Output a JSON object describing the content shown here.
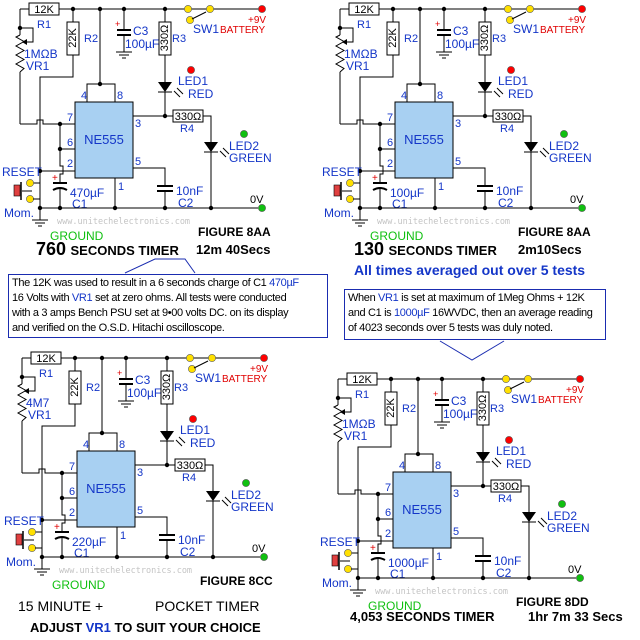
{
  "watermark": "www.unitechelectronics.com",
  "labels": {
    "r1": "R1",
    "r2": "R2",
    "r3": "R3",
    "r4": "R4",
    "r1_value": "12K",
    "r2_value": "22K",
    "r3_value": "330Ω",
    "r4_value": "330Ω",
    "vr1": "VR1",
    "c1": "C1",
    "c2": "C2",
    "c3": "C3",
    "c2_value": "10nF",
    "c3_value": "100µF",
    "led1": "LED1",
    "led1_color": "RED",
    "led2": "LED2",
    "led2_color": "GREEN",
    "sw1": "SW1",
    "battery": "BATTERY",
    "plus9v": "+9V",
    "zero_v": "0V",
    "reset": "RESET",
    "mom": "Mom.",
    "ground": "GROUND",
    "chip": "NE555",
    "pins": {
      "p4": "4",
      "p8": "8",
      "p7": "7",
      "p6": "6",
      "p2": "2",
      "p3": "3",
      "p5": "5",
      "p1": "1"
    }
  },
  "figures": [
    {
      "vr1_value": "1MΩB",
      "c1_value": "470µF",
      "figure": "FIGURE 8AA",
      "title_number": "760",
      "title_text": "SECONDS TIMER",
      "duration": "12m 40Secs"
    },
    {
      "vr1_value": "1MΩB",
      "c1_value": "100µF",
      "figure": "FIGURE 8AA",
      "title_number": "130",
      "title_text": "SECONDS TIMER",
      "duration": "2m10Secs"
    },
    {
      "vr1_value": "4M7",
      "c1_value": "220µF",
      "figure": "FIGURE 8CC",
      "title_number": "15 MINUTE +",
      "title_text": "POCKET TIMER",
      "duration": ""
    },
    {
      "vr1_value": "1MΩB",
      "c1_value": "1000µF",
      "figure": "FIGURE 8DD",
      "title_number": "4,053 SECONDS TIMER",
      "title_text": "",
      "duration": "1hr 7m 33 Secs"
    }
  ],
  "adjust_line": {
    "pre": "ADJUST ",
    "highlight": "VR1",
    "post": " TO SUIT YOUR CHOICE"
  },
  "averaged_heading": "All times averaged out over 5 tests",
  "note_left": {
    "line1_a": "The 12K was used to result in a 6 seconds charge of  C1 ",
    "line1_b": "470µF",
    "line2_a": "16 Volts with ",
    "line2_b": "VR1",
    "line2_c": " set at zero ohms. All tests were conducted",
    "line3": " with a  3 amps Bench PSU set at 9•00 volts DC. on its display",
    "line4": "and verified on the O.S.D. Hitachi oscilloscope."
  },
  "note_right": {
    "line1_a": "When ",
    "line1_b": "VR1",
    "line1_c": " is set at maximum of 1Meg Ohms + 12K",
    "line2_a": "and C1 is ",
    "line2_b": "1000µF",
    "line2_c": " 16WVDC, then an average reading",
    "line3": "of 4023 seconds over 5 tests was duly noted."
  },
  "colors": {
    "wire": "#000000",
    "chip": "#a8d0f2",
    "text_blue": "#1436c8",
    "red": "#e00000",
    "green": "#10c010",
    "switch_contact": "#ffe000"
  }
}
